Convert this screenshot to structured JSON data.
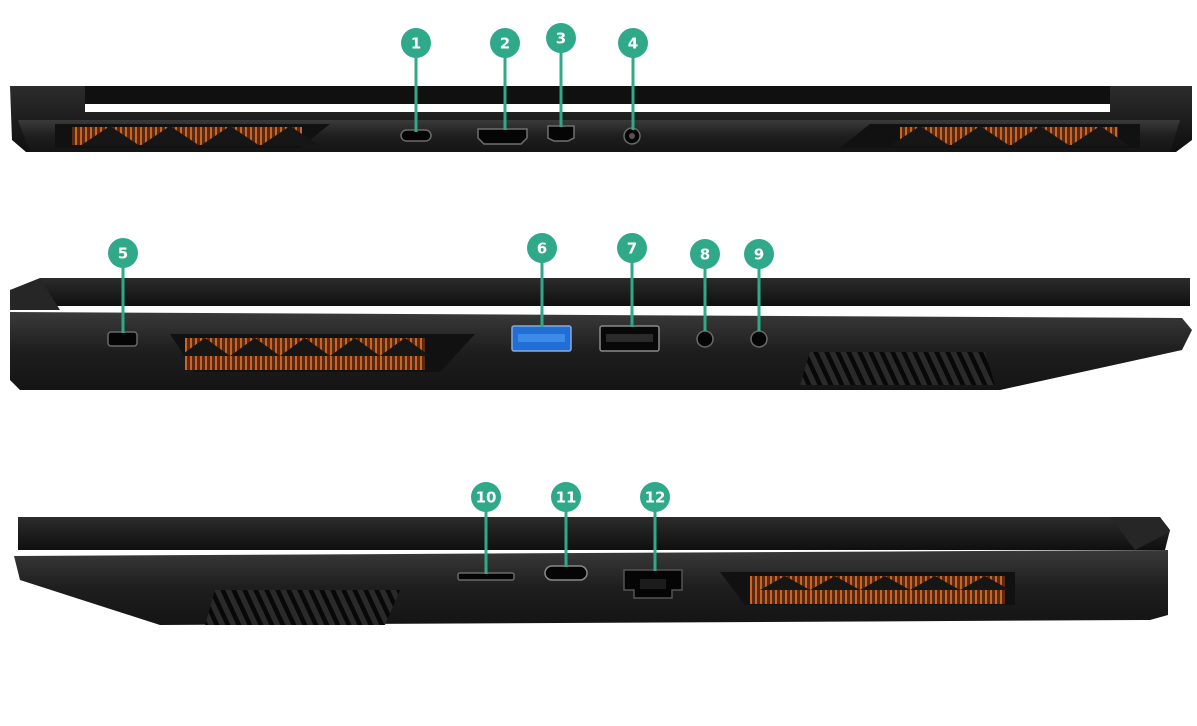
{
  "marker_color": "#2fa98a",
  "body_color": "#1b1b1b",
  "accent_copper": "#b8541c",
  "usb3_blue": "#1f6fd6",
  "views": [
    {
      "name": "rear-view",
      "markers": [
        {
          "label": "1",
          "port": "usb-c-port"
        },
        {
          "label": "2",
          "port": "hdmi-port"
        },
        {
          "label": "3",
          "port": "mini-displayport"
        },
        {
          "label": "4",
          "port": "dc-in-port"
        }
      ]
    },
    {
      "name": "left-side-view",
      "markers": [
        {
          "label": "5",
          "port": "security-lock-slot"
        },
        {
          "label": "6",
          "port": "usb-a-3-port"
        },
        {
          "label": "7",
          "port": "usb-a-2-port"
        },
        {
          "label": "8",
          "port": "microphone-jack"
        },
        {
          "label": "9",
          "port": "headphone-jack"
        }
      ]
    },
    {
      "name": "right-side-view",
      "markers": [
        {
          "label": "10",
          "port": "sd-card-reader"
        },
        {
          "label": "11",
          "port": "usb-c-port"
        },
        {
          "label": "12",
          "port": "rj45-ethernet-port"
        }
      ]
    }
  ]
}
